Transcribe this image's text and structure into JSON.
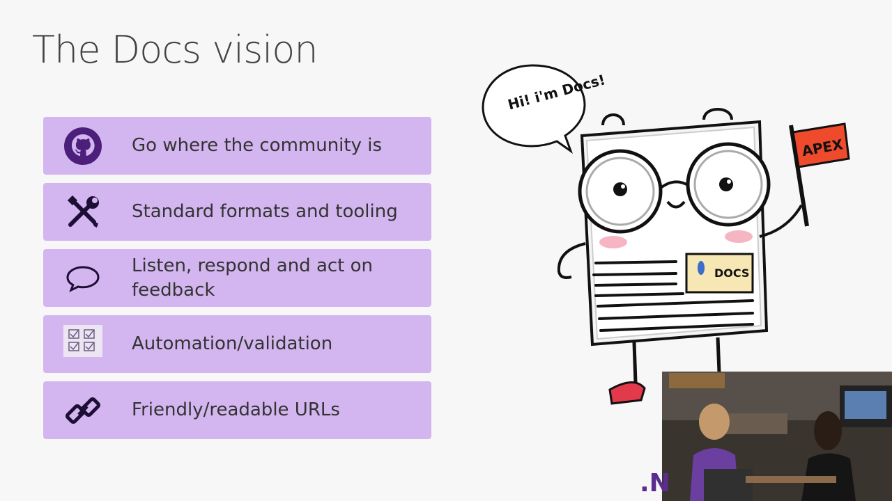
{
  "slide": {
    "title": "The Docs vision",
    "items": [
      {
        "icon": "github-icon",
        "label": "Go where the community is"
      },
      {
        "icon": "tools-icon",
        "label": "Standard formats and tooling"
      },
      {
        "icon": "speech-bubble-icon",
        "label": "Listen, respond and act on feedback"
      },
      {
        "icon": "checklist-icon",
        "label": "Automation/validation"
      },
      {
        "icon": "link-icon",
        "label": "Friendly/readable URLs"
      }
    ],
    "accent_color": "#d3b6ef"
  },
  "mascot": {
    "speech": "Hi! i'm Docs!",
    "flag": "APEX",
    "badge": "DOCS"
  },
  "video": {
    "logo": ".N"
  }
}
